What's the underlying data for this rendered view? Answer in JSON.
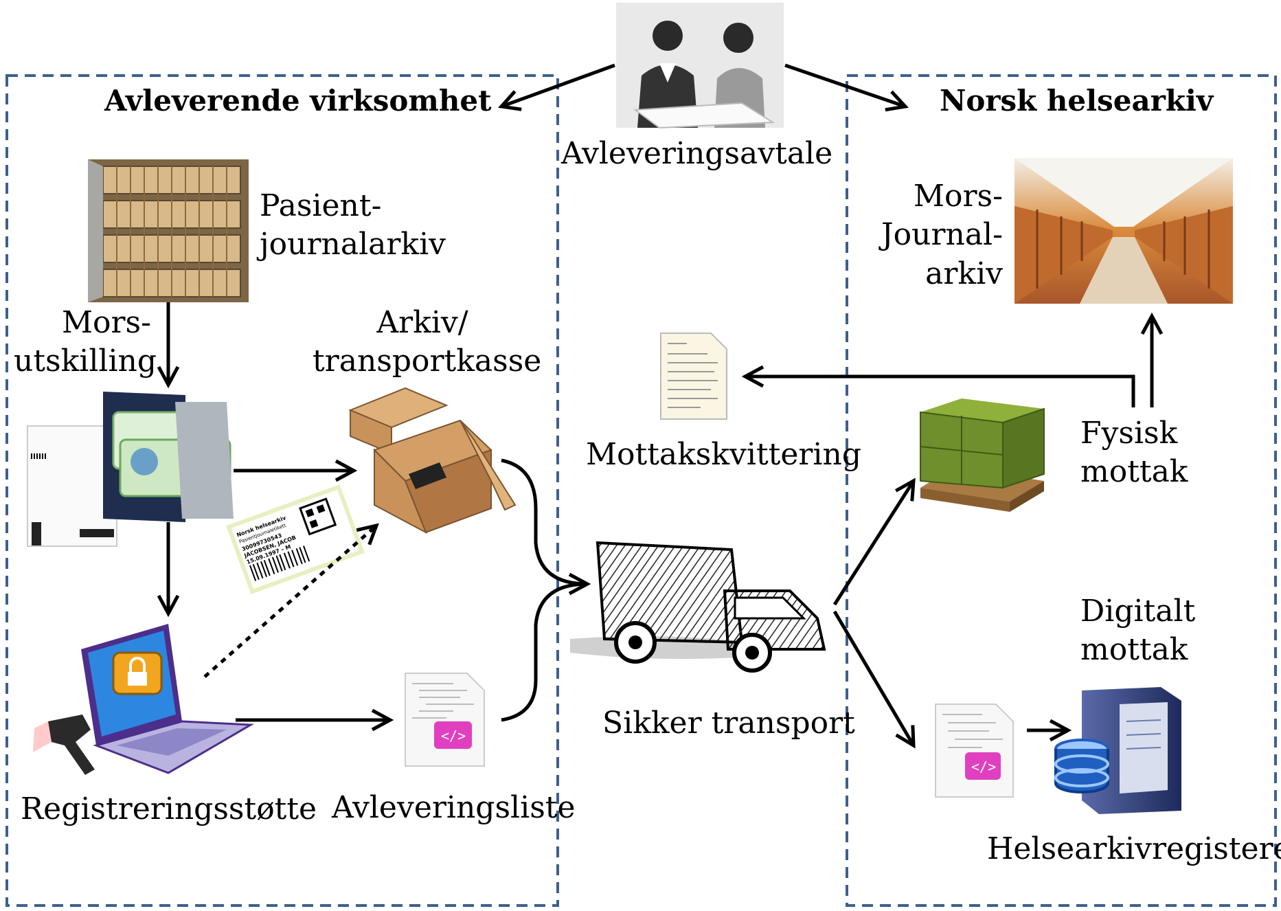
{
  "sections": {
    "left_title": "Avleverende virksomhet",
    "right_title": "Norsk helsearkiv"
  },
  "labels": {
    "agreement": "Avleveringsavtale",
    "patient_archive": [
      "Pasient-",
      "journalarkiv"
    ],
    "mors_separation": [
      "Mors-",
      "utskilling"
    ],
    "archive_box": [
      "Arkiv/",
      "transportkasse"
    ],
    "registration_support": "Registreringsstøtte",
    "delivery_list": "Avleveringsliste",
    "receipt": "Mottakskvittering",
    "secure_transport": "Sikker transport",
    "mors_journal_archive": [
      "Mors-",
      "Journal-",
      "arkiv"
    ],
    "physical_receipt": [
      "Fysisk",
      "mottak"
    ],
    "digital_receipt": [
      "Digitalt",
      "mottak"
    ],
    "health_archive_register": "Helsearkivregisteret"
  },
  "barcode_label": {
    "org": "Norsk helsearkiv",
    "kind": "Pasientjournaletikett",
    "id": "30099730543",
    "name": "JACOBSEN, JACOB",
    "dob": "15.09.1997 – M"
  },
  "icons": [
    "meeting-people-icon",
    "archive-shelves-icon",
    "folders-icon",
    "box-icon",
    "barcode-label-icon",
    "laptop-lock-icon",
    "barcode-scanner-icon",
    "xml-document-icon",
    "truck-icon",
    "receipt-document-icon",
    "archive-hall-icon",
    "pallet-boxes-icon",
    "database-server-icon"
  ],
  "colors": {
    "dashed_border": "#3d5f8f",
    "box": "#c9925a",
    "pallet_boxes": "#6f8f2c",
    "laptop": "#b9b3e0",
    "server_blue": "#1f5fbf"
  }
}
